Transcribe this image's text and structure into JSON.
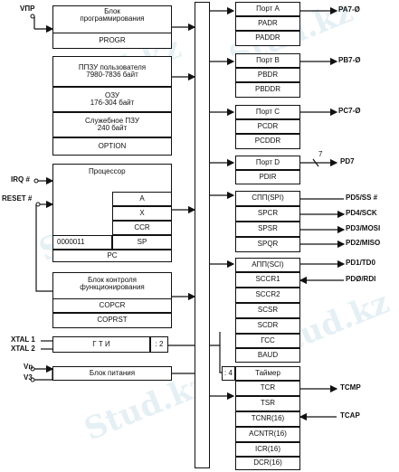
{
  "left": {
    "vpp": "VПР",
    "progr_block": "Блок\nпрограммирования",
    "progr_reg": "PROGR",
    "prom": "ППЗУ пользователя\n7980-7836 байт",
    "ram": "ОЗУ\n176-304 байт",
    "service_rom": "Служебное ПЗУ\n240 байт",
    "option": "OPTION",
    "irq": "IRQ #",
    "reset": "RESET #",
    "cpu": "Процессор",
    "reg_a": "A",
    "reg_x": "X",
    "reg_ccr": "CCR",
    "sp_prefix": "0000011",
    "reg_sp": "SP",
    "reg_pc": "PC",
    "cop_block": "Блок контроля\nфункционирования",
    "copcr": "COPCR",
    "coprst": "COPRST",
    "xtal1": "XTAL 1",
    "xtal2": "XTAL 2",
    "gti": "Г Т И",
    "div2": ": 2",
    "vn": "Vn",
    "v3": "V3",
    "power": "Блок питания"
  },
  "right": {
    "porta": "Порт А",
    "padr": "PADR",
    "paddr": "PADDR",
    "pa_out": "PA7-Ø",
    "portb": "Порт В",
    "pbdr": "PBDR",
    "pbddr": "PBDDR",
    "pb_out": "PB7-Ø",
    "portc": "Порт С",
    "pcdr": "PCDR",
    "pcddr": "PCDDR",
    "pc_out": "PC7-Ø",
    "portd": "Порт D",
    "pdir": "PDIR",
    "pd7": "PD7",
    "seven": "7",
    "spi": "СПП(SPI)",
    "spcr": "SPCR",
    "spsr": "SPSR",
    "spdr": "SPQR",
    "pd5": "PD5/SS #",
    "pd4": "PD4/SCK",
    "pd3": "PD3/MOSI",
    "pd2": "PD2/MISO",
    "sci": "АПП(SCI)",
    "sccr1": "SCCR1",
    "sccr2": "SCCR2",
    "scsr": "SCSR",
    "scdr": "SCDR",
    "gcc": "ГСС",
    "baud": "BAUD",
    "pd1": "PD1/TD0",
    "pd0": "PDØ/RDI",
    "div4": ": 4",
    "timer": "Таймер",
    "tcr": "TCR",
    "tsr": "TSR",
    "tcnr": "TCNR(16)",
    "acntr": "ACNTR(16)",
    "icr": "ICR(16)",
    "dcr": "DCR(16)",
    "tcmp": "TCMP",
    "tcap": "TCAP"
  },
  "watermark": "Stud.kz"
}
